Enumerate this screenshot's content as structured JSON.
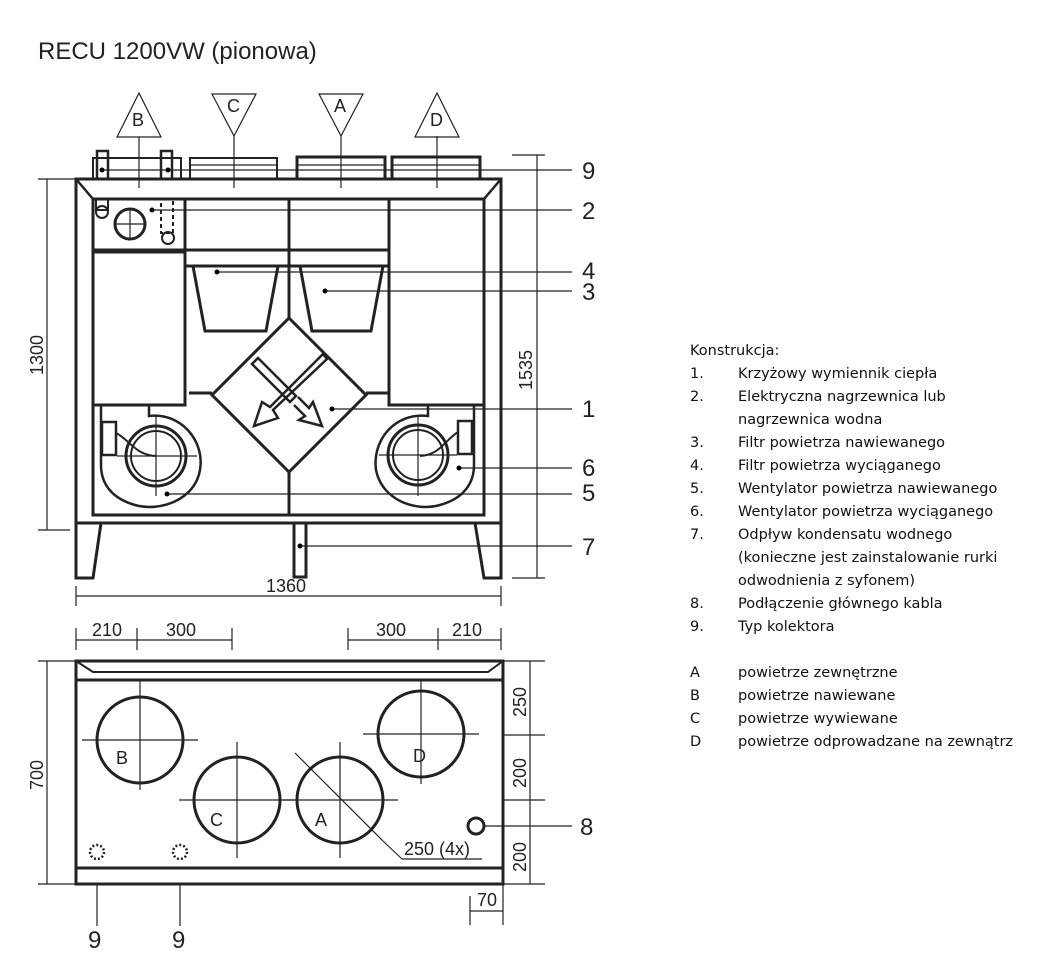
{
  "title": "RECU 1200VW (pionowa)",
  "arrows": {
    "B": "B",
    "C": "C",
    "A": "A",
    "D": "D"
  },
  "callouts": {
    "n9": "9",
    "n2": "2",
    "n4": "4",
    "n3": "3",
    "n1": "1",
    "n6": "6",
    "n5": "5",
    "n7": "7",
    "n8": "8"
  },
  "dimensions": {
    "height": "1300",
    "total_height": "1535",
    "width": "1360",
    "d210": "210",
    "d300": "300",
    "depth": "700",
    "d250": "250",
    "d200": "200",
    "d70": "70",
    "duct": "250 (4x)"
  },
  "legend": {
    "heading": "Konstrukcja:",
    "items": [
      {
        "n": "1.",
        "text": "Krzyżowy wymiennik ciepła"
      },
      {
        "n": "2.",
        "text": "Elektryczna nagrzewnica lub",
        "text2": "nagrzewnica wodna"
      },
      {
        "n": "3.",
        "text": "Filtr powietrza nawiewanego"
      },
      {
        "n": "4.",
        "text": "Filtr powietrza wyciąganego"
      },
      {
        "n": "5.",
        "text": "Wentylator powietrza nawiewanego"
      },
      {
        "n": "6.",
        "text": "Wentylator powietrza wyciąganego"
      },
      {
        "n": "7.",
        "text": "Odpływ kondensatu wodnego",
        "text2": "(konieczne jest zainstalowanie rurki",
        "text3": "odwodnienia z syfonem)"
      },
      {
        "n": "8.",
        "text": "Podłączenie głównego kabla"
      },
      {
        "n": "9.",
        "text": "Typ kolektora"
      }
    ],
    "air": [
      {
        "n": "A",
        "text": "powietrze zewnętrzne"
      },
      {
        "n": "B",
        "text": "powietrze nawiewane"
      },
      {
        "n": "C",
        "text": "powietrze wywiewane"
      },
      {
        "n": "D",
        "text": "powietrze odprowadzane na zewnątrz"
      }
    ]
  }
}
